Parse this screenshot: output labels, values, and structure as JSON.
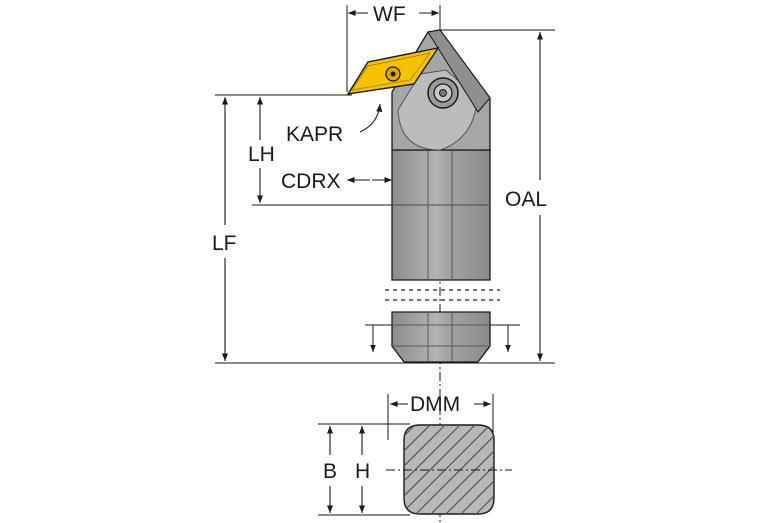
{
  "labels": {
    "wf": "WF",
    "oal": "OAL",
    "kapr": "KAPR",
    "lh": "LH",
    "cdrx": "CDRX",
    "lf": "LF",
    "dmm": "DMM",
    "b": "B",
    "h": "H"
  },
  "colors": {
    "insert": "#f6c200",
    "body_dark": "#8e8e8e",
    "body_mid": "#a8a8a8",
    "body_light": "#bdbdbd",
    "line": "#1a1a1a"
  }
}
